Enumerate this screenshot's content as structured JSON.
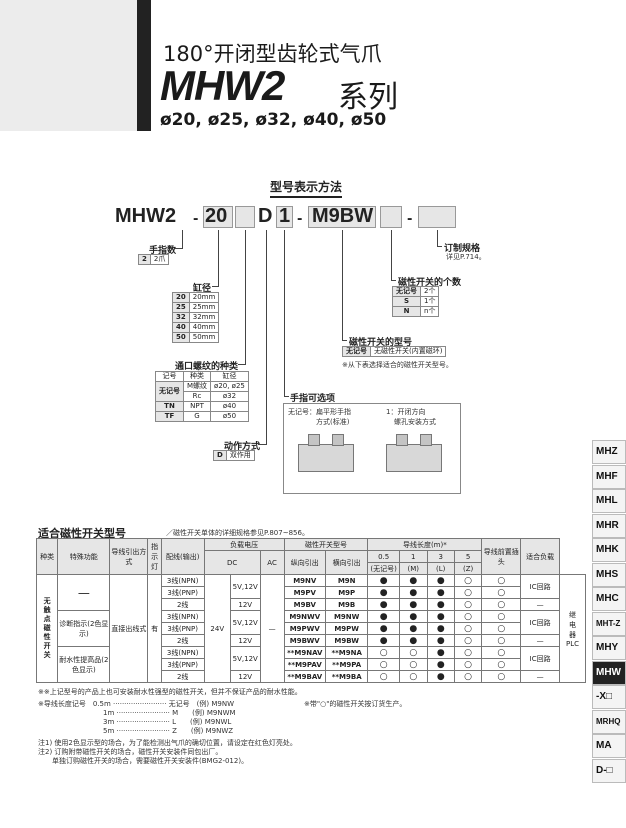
{
  "header": {
    "subtitle": "180°开闭型齿轮式气爪",
    "series_model": "MHW2",
    "series_word": "系列",
    "sizes": "ø20, ø25, ø32, ø40, ø50"
  },
  "section_title": "型号表示方法",
  "model_code": {
    "prefix": "MHW2",
    "dash": "-",
    "size": "20",
    "d": "D",
    "one": "1",
    "sw": "M9BW",
    "dash2": "-",
    "dash3": "-"
  },
  "fingers": {
    "title": "手指数",
    "rows": [
      [
        "2",
        "2爪"
      ]
    ]
  },
  "bore": {
    "title": "缸径",
    "rows": [
      [
        "20",
        "20mm"
      ],
      [
        "25",
        "25mm"
      ],
      [
        "32",
        "32mm"
      ],
      [
        "40",
        "40mm"
      ],
      [
        "50",
        "50mm"
      ]
    ]
  },
  "port": {
    "title": "通口螺纹的种类",
    "headers": [
      "记号",
      "种类",
      "缸径"
    ],
    "rows": [
      [
        "无记号",
        "M螺纹",
        "ø20, ø25"
      ],
      [
        "",
        "Rc",
        "ø32"
      ],
      [
        "TN",
        "NPT",
        "ø40"
      ],
      [
        "TF",
        "G",
        "ø50"
      ]
    ]
  },
  "action": {
    "title": "动作方式",
    "rows": [
      [
        "D",
        "双作用"
      ]
    ]
  },
  "finger_option": {
    "title": "手指可选项",
    "opt_none": "无记号：扁平形手指",
    "opt_none2": "方式(标准)",
    "opt_1": "1：开闭方向",
    "opt_1b": "螺孔安装方式"
  },
  "sw_type": {
    "title": "磁性开关的型号",
    "rows": [
      [
        "无记号",
        "无磁性开关(内置磁环)"
      ]
    ],
    "note": "※从下表选择适合的磁性开关型号。"
  },
  "sw_count": {
    "title": "磁性开关的个数",
    "rows": [
      [
        "无记号",
        "2个"
      ],
      [
        "S",
        "1个"
      ],
      [
        "N",
        "n个"
      ]
    ]
  },
  "custom": {
    "title": "订制规格",
    "note": "详见P.714。"
  },
  "switch_table": {
    "title": "适合磁性开关型号",
    "note": "／磁性开关单体的详细规格参见P.807~856。",
    "h": {
      "type": "种类",
      "func": "特殊功能",
      "wire": "导线引出方式",
      "ind": "指示灯",
      "wiring": "配线(输出)",
      "voltage": "负载电压",
      "dc": "DC",
      "ac": "AC",
      "model": "磁性开关型号",
      "vert": "纵向引出",
      "horiz": "横向引出",
      "length": "导线长度(m)*",
      "l05": "0.5",
      "l05s": "(无记号)",
      "l1": "1",
      "l1s": "(M)",
      "l3": "3",
      "l3s": "(L)",
      "l5": "5",
      "l5s": "(Z)",
      "preconn": "导线前置插头",
      "load": "适合负载"
    },
    "type_label": "无触点磁性开关",
    "func_1": "—",
    "func_2": "诊断指示(2色显示)",
    "func_3": "耐水性提高品(2色显示)",
    "wire": "直接出线式",
    "ind": "有",
    "v24": "24V",
    "ac_dash": "—",
    "ic": "IC回路",
    "relay": "继电器PLC",
    "dash": "—",
    "rows": [
      {
        "wiring": "3线(NPN)",
        "v": "5V,12V",
        "vert": "M9NV",
        "horiz": "M9N",
        "c": [
          "●",
          "●",
          "●",
          "○",
          "○"
        ]
      },
      {
        "wiring": "3线(PNP)",
        "v": "",
        "vert": "M9PV",
        "horiz": "M9P",
        "c": [
          "●",
          "●",
          "●",
          "○",
          "○"
        ]
      },
      {
        "wiring": "2线",
        "v": "12V",
        "vert": "M9BV",
        "horiz": "M9B",
        "c": [
          "●",
          "●",
          "●",
          "○",
          "○"
        ]
      },
      {
        "wiring": "3线(NPN)",
        "v": "5V,12V",
        "vert": "M9NWV",
        "horiz": "M9NW",
        "c": [
          "●",
          "●",
          "●",
          "○",
          "○"
        ]
      },
      {
        "wiring": "3线(PNP)",
        "v": "",
        "vert": "M9PWV",
        "horiz": "M9PW",
        "c": [
          "●",
          "●",
          "●",
          "○",
          "○"
        ]
      },
      {
        "wiring": "2线",
        "v": "12V",
        "vert": "M9BWV",
        "horiz": "M9BW",
        "c": [
          "●",
          "●",
          "●",
          "○",
          "○"
        ]
      },
      {
        "wiring": "3线(NPN)",
        "v": "5V,12V",
        "vert": "**M9NAV",
        "horiz": "**M9NA",
        "c": [
          "○",
          "○",
          "●",
          "○",
          "○"
        ]
      },
      {
        "wiring": "3线(PNP)",
        "v": "",
        "vert": "**M9PAV",
        "horiz": "**M9PA",
        "c": [
          "○",
          "○",
          "●",
          "○",
          "○"
        ]
      },
      {
        "wiring": "2线",
        "v": "12V",
        "vert": "**M9BAV",
        "horiz": "**M9BA",
        "c": [
          "○",
          "○",
          "●",
          "○",
          "○"
        ]
      }
    ]
  },
  "footnotes": {
    "f1": "※※上记型号的产品上也可安装耐水性强型的磁性开关，但并不保证产品的耐水性能。",
    "f2a": "※导线长度记号　0.5m ························ 无记号　(例) M9NW",
    "f2b": "1m ························ M　　(例) M9NWM",
    "f2c": "3m ························ L　　(例) M9NWL",
    "f2d": "5m ························ Z　　(例) M9NWZ",
    "f2r": "※带\"○\"的磁性开关按订货生产。",
    "f3": "注1) 使用2色显示型的场合，为了能检测出气爪的确切位置，请设定在红色灯亮处。",
    "f4": "注2) 订购附带磁性开关的场合，磁性开关安装件同包出厂。",
    "f5": "单独订购磁性开关的场合，需要磁性开关安装件(BMG2-012)。"
  },
  "side_tabs": [
    "MHZ",
    "MHF",
    "MHL",
    "MHR",
    "MHK",
    "MHS",
    "MHC",
    "MHT-Z",
    "MHY",
    "MHW",
    "-X□",
    "MRHQ",
    "MA",
    "D-□"
  ]
}
